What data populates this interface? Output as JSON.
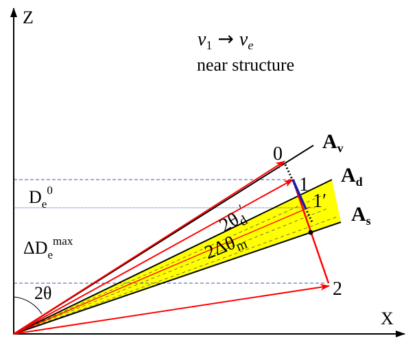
{
  "axes": {
    "z_label": "Z",
    "x_label": "X"
  },
  "header": {
    "transition": {
      "from_symbol": "ν",
      "from_sub": "1",
      "arrow": "→",
      "to_symbol": "ν",
      "to_sub": "e"
    },
    "subtitle": "near structure"
  },
  "lines": {
    "av": {
      "label": "A",
      "sub": "v"
    },
    "ad": {
      "label": "A",
      "sub": "d"
    },
    "as": {
      "label": "A",
      "sub": "s"
    }
  },
  "points": {
    "p0": "0",
    "p1": "1",
    "p1p": "1′",
    "p2": "2"
  },
  "annotations": {
    "de0": {
      "main": "D",
      "sub": "e",
      "sup": "0"
    },
    "dde": {
      "main": "ΔD",
      "sub": "e",
      "sup": "max"
    },
    "two_theta": "2θ",
    "two_theta_d": {
      "main": "2θ",
      "sub": "d",
      "prime": "′"
    },
    "two_dtheta": {
      "main": "2Δθ",
      "sub": "m"
    }
  },
  "colors": {
    "band_fill": "#ffff00",
    "ray_color": "#ff0000",
    "segment_color": "#1a1aa8",
    "guide_color": "#3355aa",
    "line_color": "#000000"
  }
}
